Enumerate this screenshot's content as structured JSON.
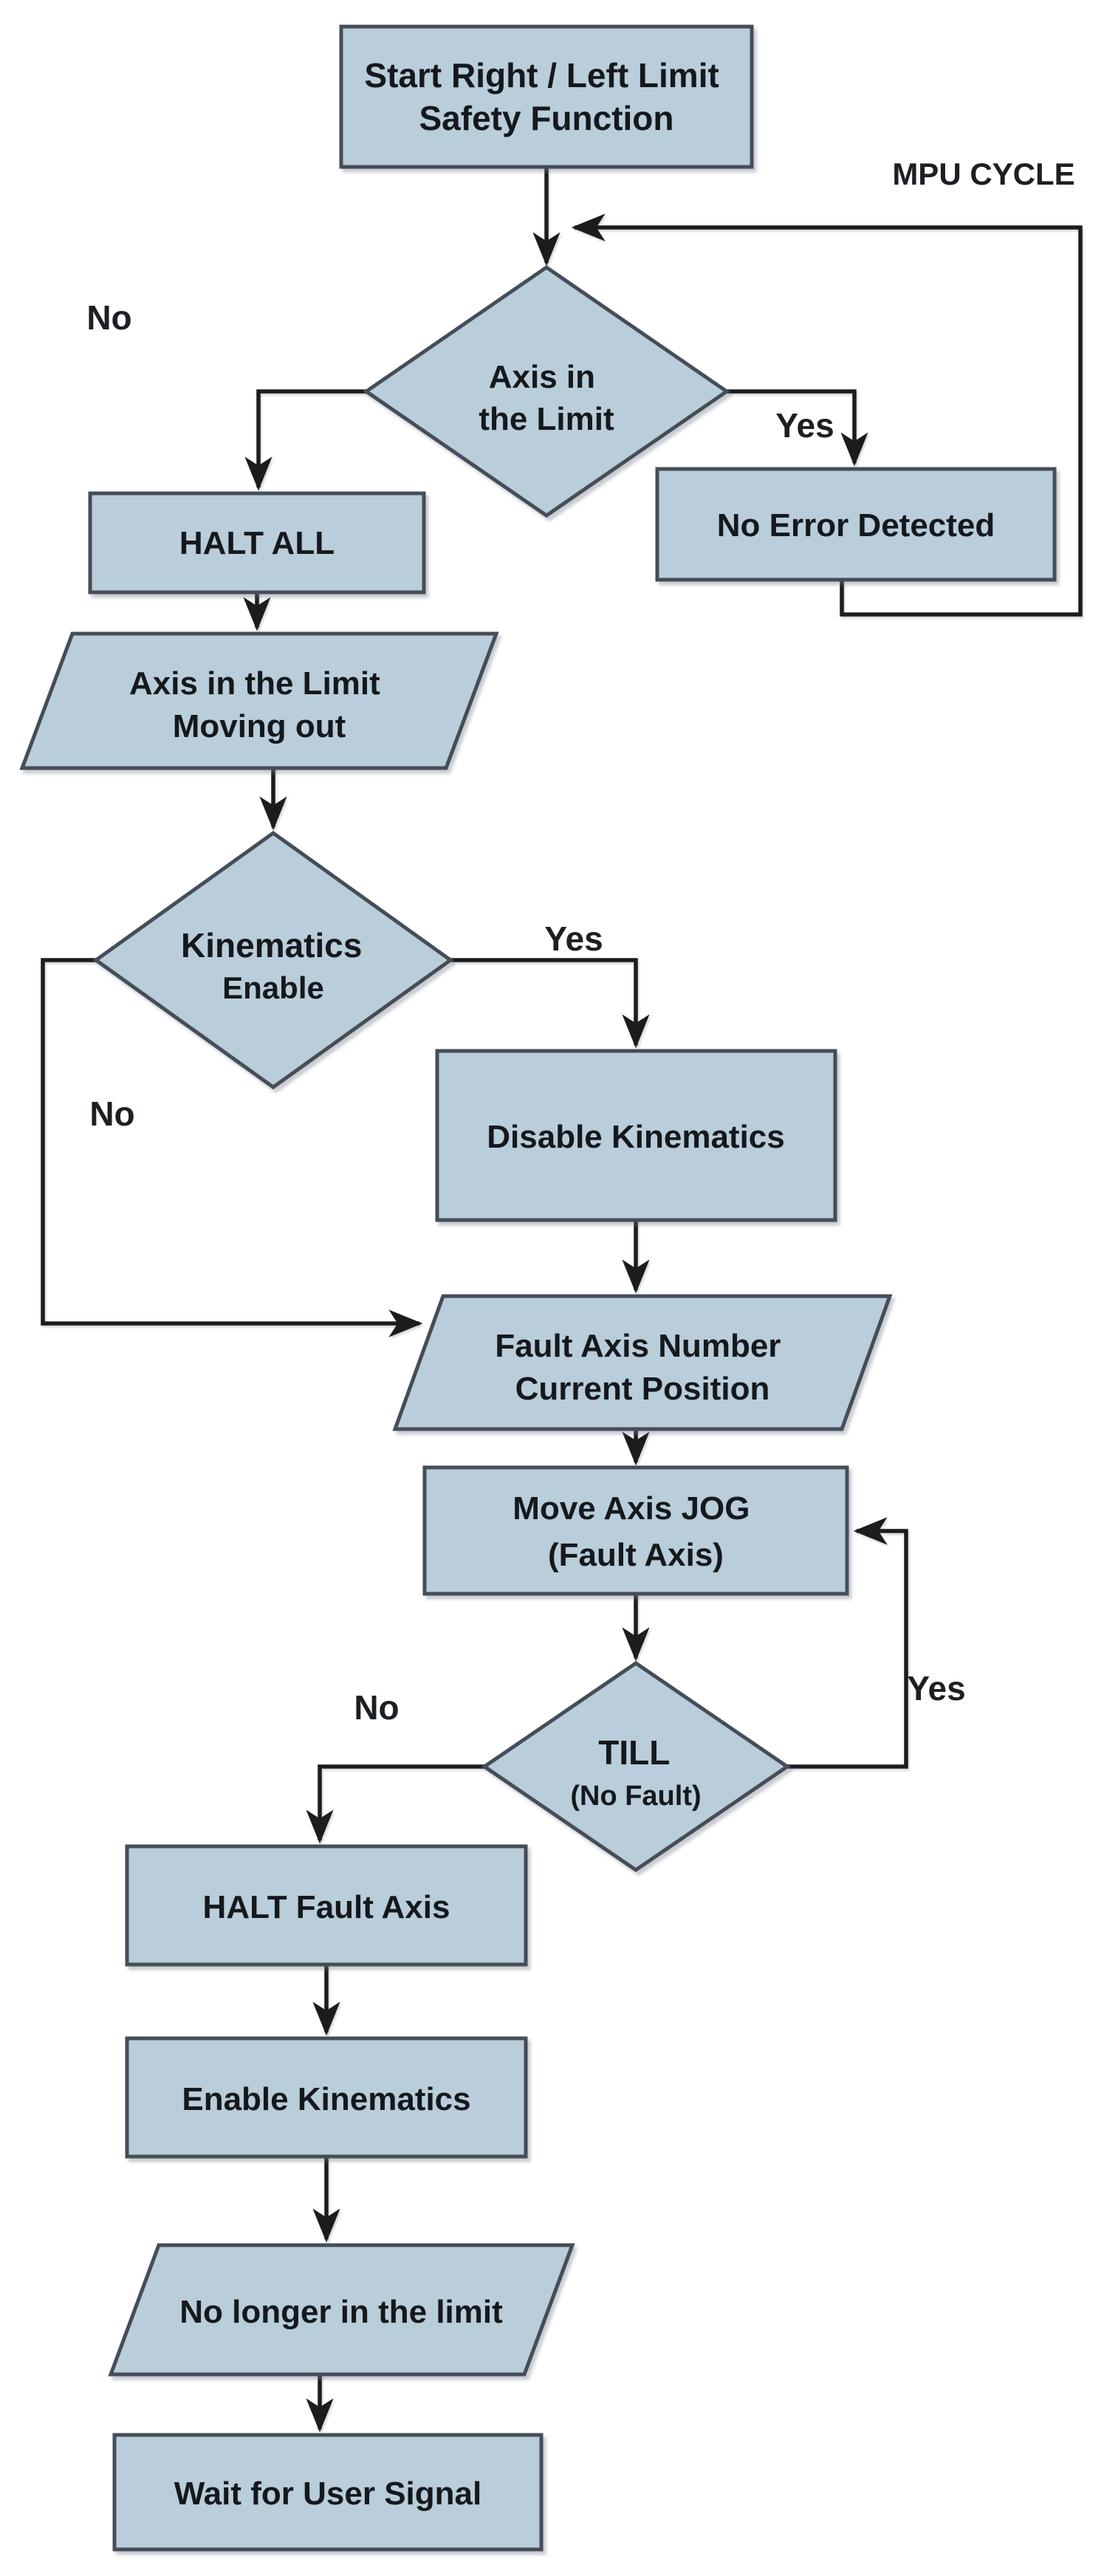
{
  "diagram": {
    "colors": {
      "background": "#ffffff",
      "node_fill": "#b9cdda",
      "node_border": "#454d57",
      "connector": "#1c1c1c",
      "text": "#15181c",
      "label_text": "#1c1f23"
    },
    "labels": {
      "mpu_cycle": "MPU CYCLE",
      "d1_no": "No",
      "d1_yes": "Yes",
      "d2_yes": "Yes",
      "d2_no": "No",
      "d3_no": "No",
      "d3_yes": "Yes"
    },
    "nodes": {
      "start": {
        "type": "process",
        "line1": "Start Right / Left Limit",
        "line2": "Safety Function"
      },
      "axis_in_limit": {
        "type": "decision",
        "line1": "Axis in",
        "line2": "the Limit"
      },
      "halt_all": {
        "type": "process",
        "label": "HALT ALL"
      },
      "no_error": {
        "type": "process",
        "label": "No Error Detected"
      },
      "moving_out": {
        "type": "io",
        "line1": "Axis in the Limit",
        "line2": "Moving out"
      },
      "kinematics_enable": {
        "type": "decision",
        "line1": "Kinematics",
        "line2": "Enable"
      },
      "disable_kinematics": {
        "type": "process",
        "label": "Disable Kinematics"
      },
      "fault_axis_position": {
        "type": "io",
        "line1": "Fault Axis Number",
        "line2": "Current Position"
      },
      "move_axis_jog": {
        "type": "process",
        "line1": "Move Axis JOG",
        "line2": "(Fault Axis)"
      },
      "till_no_fault": {
        "type": "decision",
        "line1": "TILL",
        "line2": "(No Fault)"
      },
      "halt_fault_axis": {
        "type": "process",
        "label": "HALT Fault Axis"
      },
      "enable_kinematics": {
        "type": "process",
        "label": "Enable Kinematics"
      },
      "no_longer_in_limit": {
        "type": "io",
        "label": "No longer in the limit"
      },
      "wait_user_signal": {
        "type": "process",
        "label": "Wait for User Signal"
      }
    }
  }
}
